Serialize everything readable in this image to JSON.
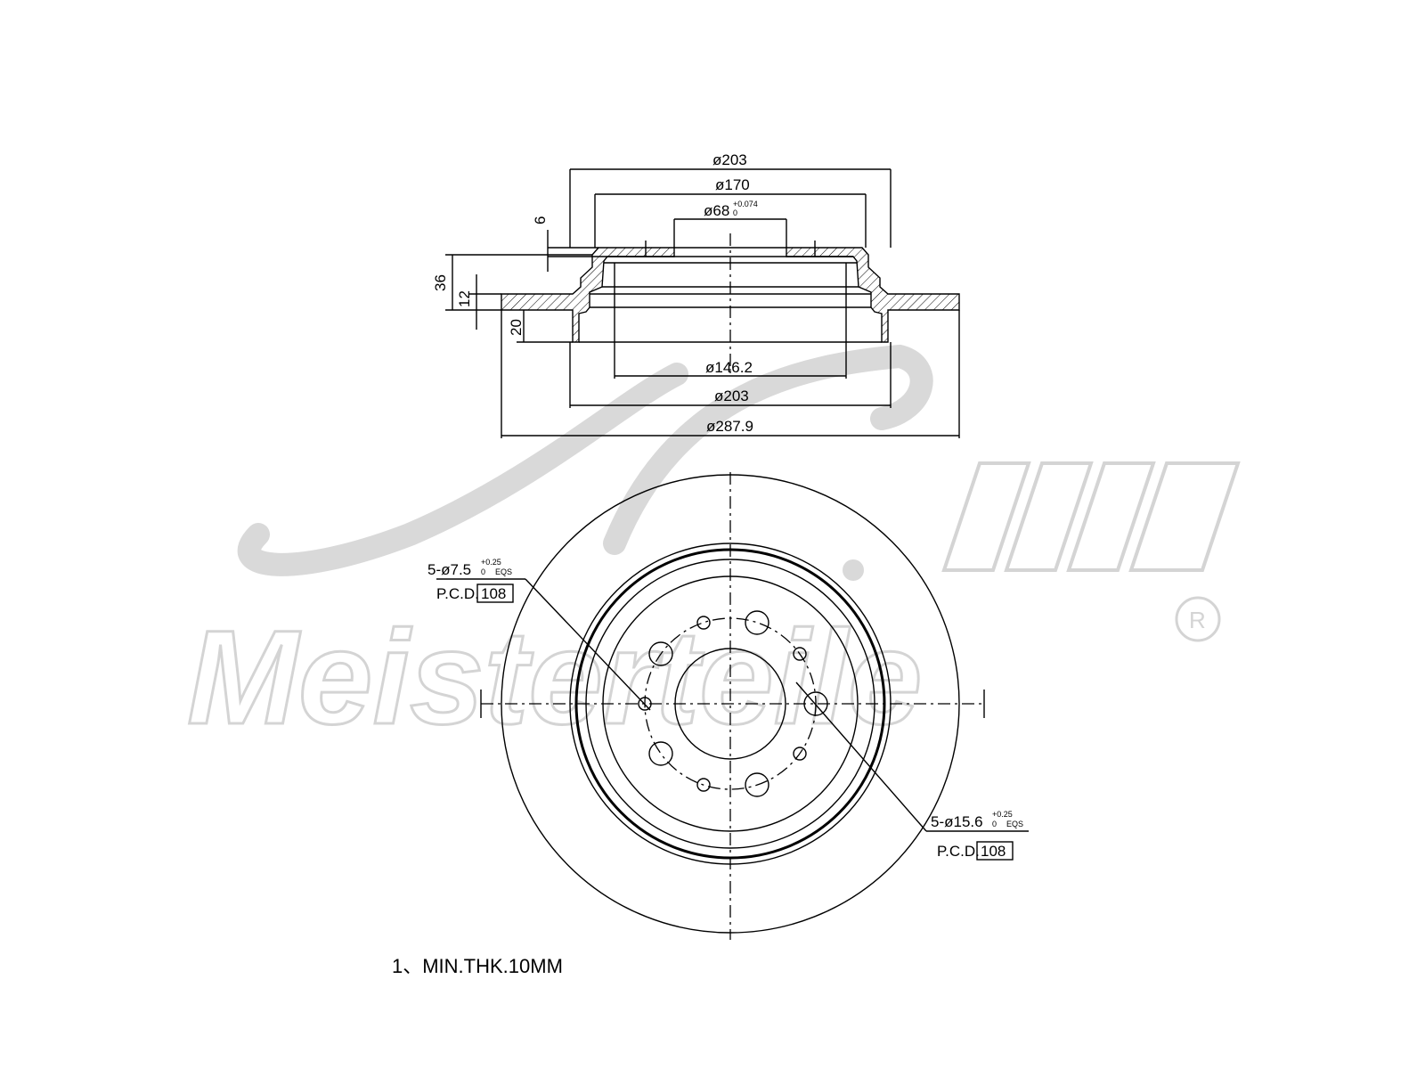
{
  "section_view": {
    "dims": {
      "top_outer": "ø203",
      "top_mid": "ø170",
      "top_bore": "ø68",
      "top_bore_tol_upper": "+0.074",
      "top_bore_tol_lower": "0",
      "hat_thk": "6",
      "height_total": "36",
      "disc_thk": "12",
      "hat_depth": "20",
      "inner_dia": "ø146.2",
      "bottom_outer": "ø203",
      "overall": "ø287.9"
    }
  },
  "plan_view": {
    "small_holes": {
      "label": "5-ø7.5",
      "tol_upper": "+0.25",
      "tol_lower": "0",
      "suffix": "EQS",
      "pcd_label": "P.C.D.",
      "pcd_value": "108"
    },
    "large_holes": {
      "label": "5-ø15.6",
      "tol_upper": "+0.25",
      "tol_lower": "0",
      "suffix": "EQS",
      "pcd_label": "P.C.D.",
      "pcd_value": "108"
    }
  },
  "notes": {
    "note1": "1、MIN.THK.10MM"
  },
  "watermark": {
    "brand": "Meisterteile",
    "registered": "R"
  }
}
